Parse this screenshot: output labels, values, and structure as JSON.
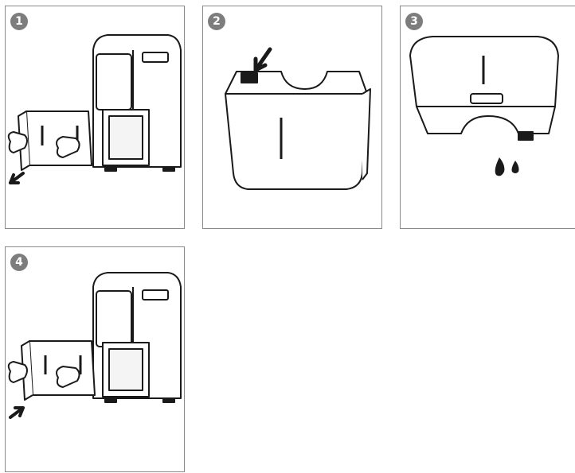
{
  "steps": [
    {
      "number": "1",
      "action": "remove-tank"
    },
    {
      "number": "2",
      "action": "press-tab"
    },
    {
      "number": "3",
      "action": "invert-and-drain"
    },
    {
      "number": "4",
      "action": "reinsert-tank"
    }
  ],
  "colors": {
    "frame": "#8a8a8a",
    "badge": "#7d7d7d",
    "line": "#1a1a1a",
    "fill": "#ffffff"
  }
}
